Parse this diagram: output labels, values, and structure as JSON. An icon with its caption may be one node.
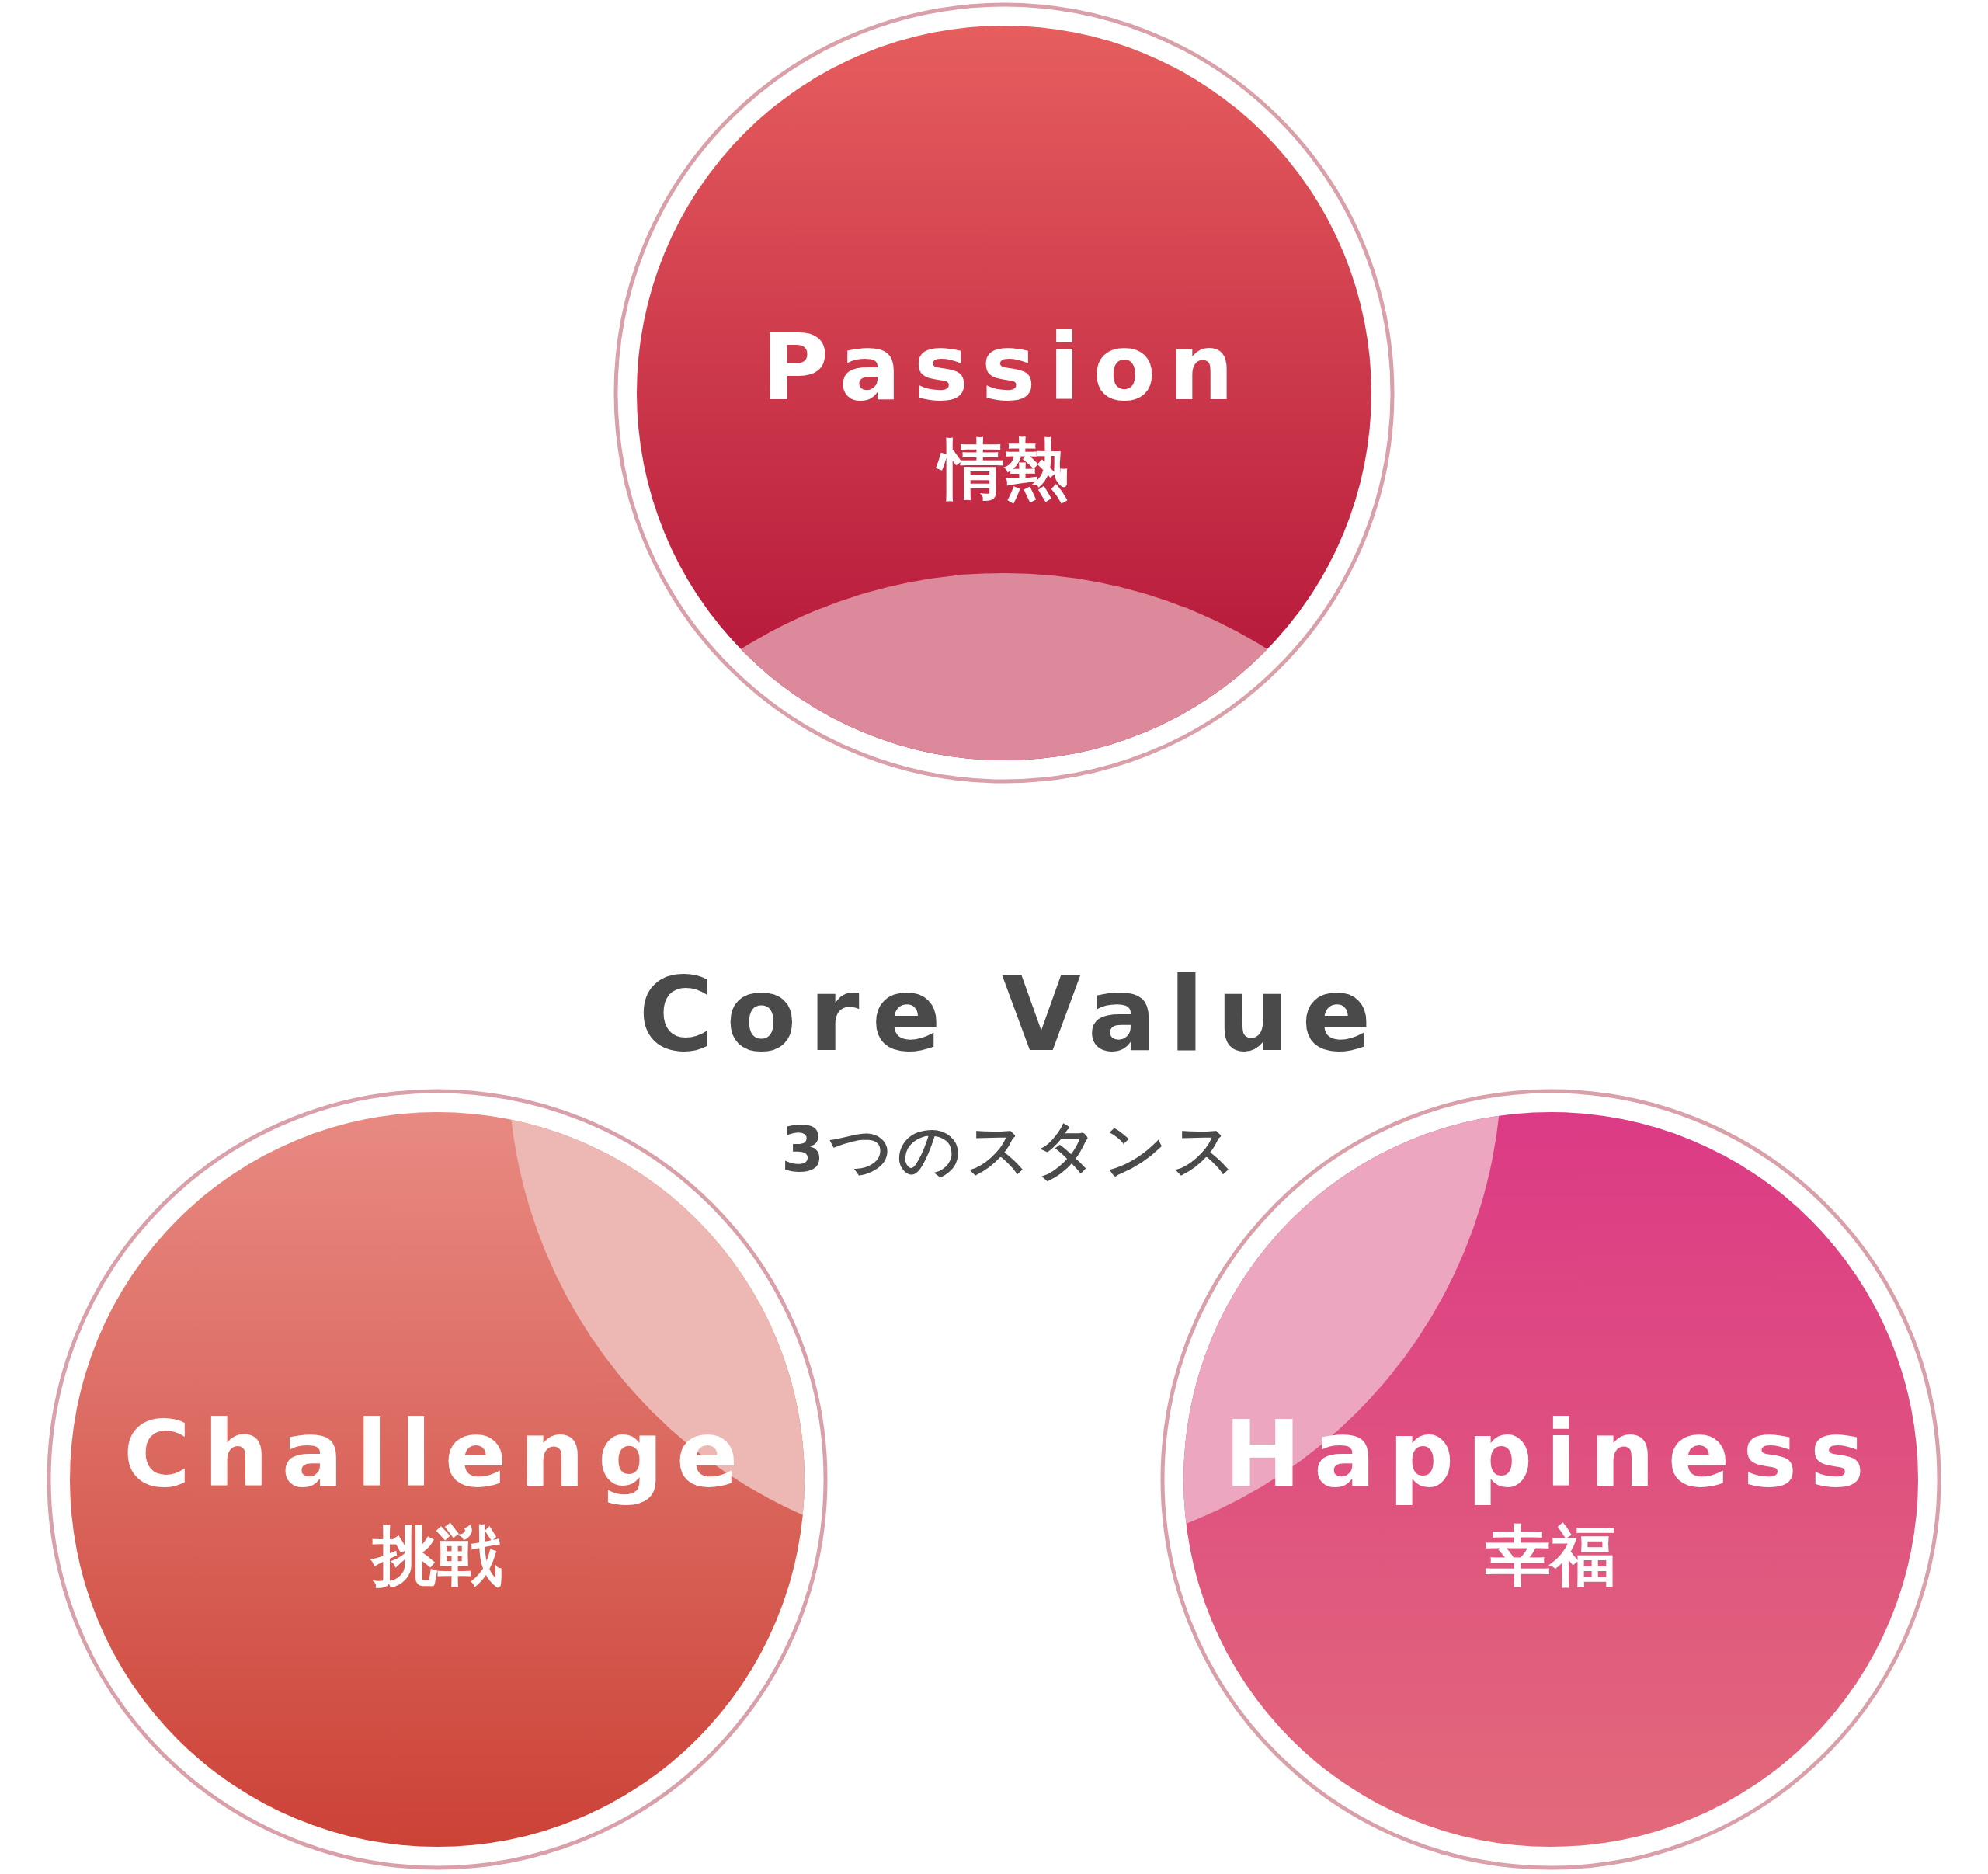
{
  "diagram": {
    "title": "Core Value",
    "nodes": [
      {
        "text": [
          "Passion",
          "情熱"
        ]
      },
      {
        "text": [
          "Challenge",
          "挑戦"
        ]
      },
      {
        "text": [
          "Happiness",
          "幸福"
        ]
      }
    ],
    "labels": [
      "3つのスタンス"
    ]
  }
}
